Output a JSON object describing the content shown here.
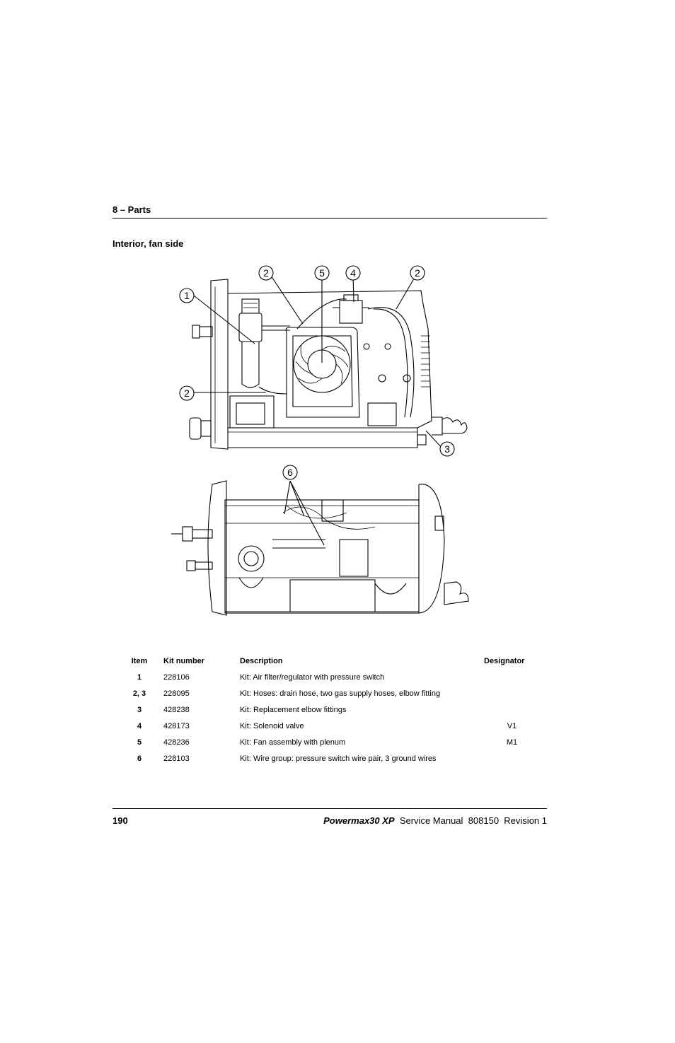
{
  "header": {
    "chapter": "8  –  Parts"
  },
  "section": {
    "title": "Interior, fan side"
  },
  "figure": {
    "callouts": [
      "1",
      "2",
      "2",
      "5",
      "4",
      "2",
      "3",
      "6"
    ]
  },
  "table": {
    "headers": {
      "item": "Item",
      "kit": "Kit number",
      "description": "Description",
      "designator": "Designator"
    },
    "rows": [
      {
        "item": "1",
        "kit": "228106",
        "description": "Kit: Air filter/regulator with pressure switch",
        "designator": ""
      },
      {
        "item": "2, 3",
        "kit": "228095",
        "description": "Kit: Hoses: drain hose, two gas supply hoses, elbow fitting",
        "designator": ""
      },
      {
        "item": "3",
        "kit": "428238",
        "description": "Kit: Replacement elbow fittings",
        "designator": ""
      },
      {
        "item": "4",
        "kit": "428173",
        "description": "Kit: Solenoid valve",
        "designator": "V1"
      },
      {
        "item": "5",
        "kit": "428236",
        "description": "Kit: Fan assembly with plenum",
        "designator": "M1"
      },
      {
        "item": "6",
        "kit": "228103",
        "description": "Kit: Wire group: pressure switch wire pair, 3 ground wires",
        "designator": ""
      }
    ]
  },
  "footer": {
    "page_number": "190",
    "product": "Powermax30 XP",
    "manual": "Service Manual",
    "part_number": "808150",
    "revision": "Revision 1"
  }
}
